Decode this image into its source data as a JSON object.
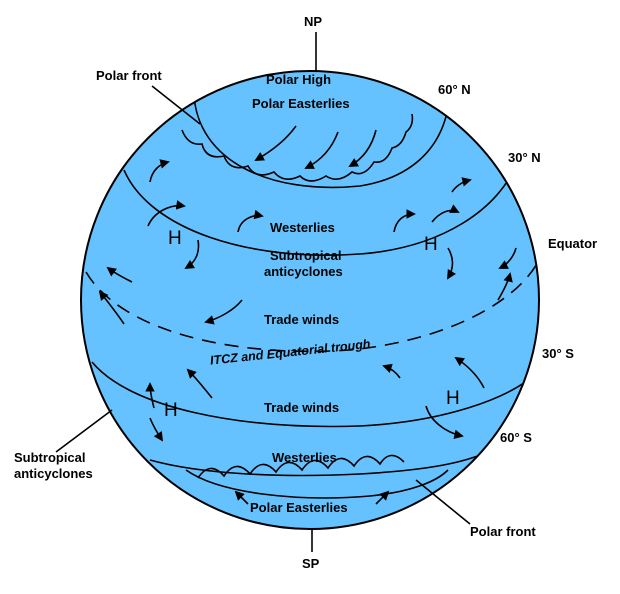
{
  "colors": {
    "globe": "#66c2ff",
    "outline": "#000000",
    "background": "#ffffff"
  },
  "poles": {
    "north": "NP",
    "south": "SP"
  },
  "latitudes": {
    "n60": "60° N",
    "n30": "30° N",
    "equator": "Equator",
    "s30": "30° S",
    "s60": "60° S"
  },
  "zones": {
    "polar_high": "Polar High",
    "polar_easterlies_north": "Polar Easterlies",
    "westerlies_north": "Westerlies",
    "subtropical_north_line1": "Subtropical",
    "subtropical_north_line2": "anticyclones",
    "trade_winds_north": "Trade winds",
    "itcz": "ITCZ and Equatorial trough",
    "trade_winds_south": "Trade winds",
    "westerlies_south": "Westerlies",
    "polar_easterlies_south": "Polar Easterlies"
  },
  "high_pressure_symbol": "H",
  "callouts": {
    "polar_front_north": "Polar front",
    "polar_front_south": "Polar front",
    "subtropical_south_line1": "Subtropical",
    "subtropical_south_line2": "anticyclones"
  }
}
